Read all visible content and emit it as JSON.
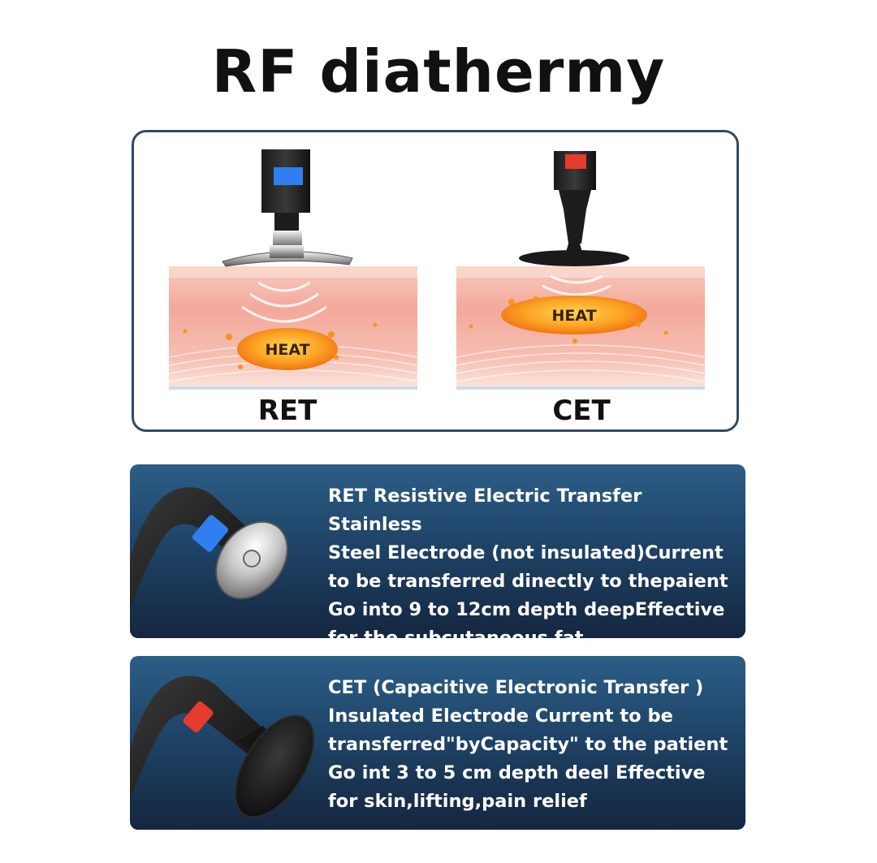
{
  "header": {
    "title": "RF diathermy"
  },
  "comparison": {
    "ret": {
      "label": "RET",
      "heat_label": "HEAT",
      "accent": "#2f7ff0"
    },
    "cet": {
      "label": "CET",
      "heat_label": "HEAT",
      "accent": "#e53b2c"
    }
  },
  "cards": [
    {
      "lines": [
        "RET Resistive Electric Transfer Stainless",
        "Steel Electrode (not insulated)Current",
        "to be transferred dinectly to thepaient",
        "Go into 9 to 12cm depth deepEffective",
        "for the subcutaneous fat"
      ]
    },
    {
      "lines": [
        "CET (Capacitive Electronic Transfer )",
        "Insulated Electrode Current to be",
        "transferred\"byCapacity\" to the patient",
        "Go int 3 to 5 cm depth deel Effective",
        "for skin,lifting,pain relief"
      ]
    }
  ],
  "colors": {
    "card_top": "#2c5e87",
    "card_bottom": "#14263f",
    "border": "#2f4a66",
    "heat": "#f7941d"
  }
}
